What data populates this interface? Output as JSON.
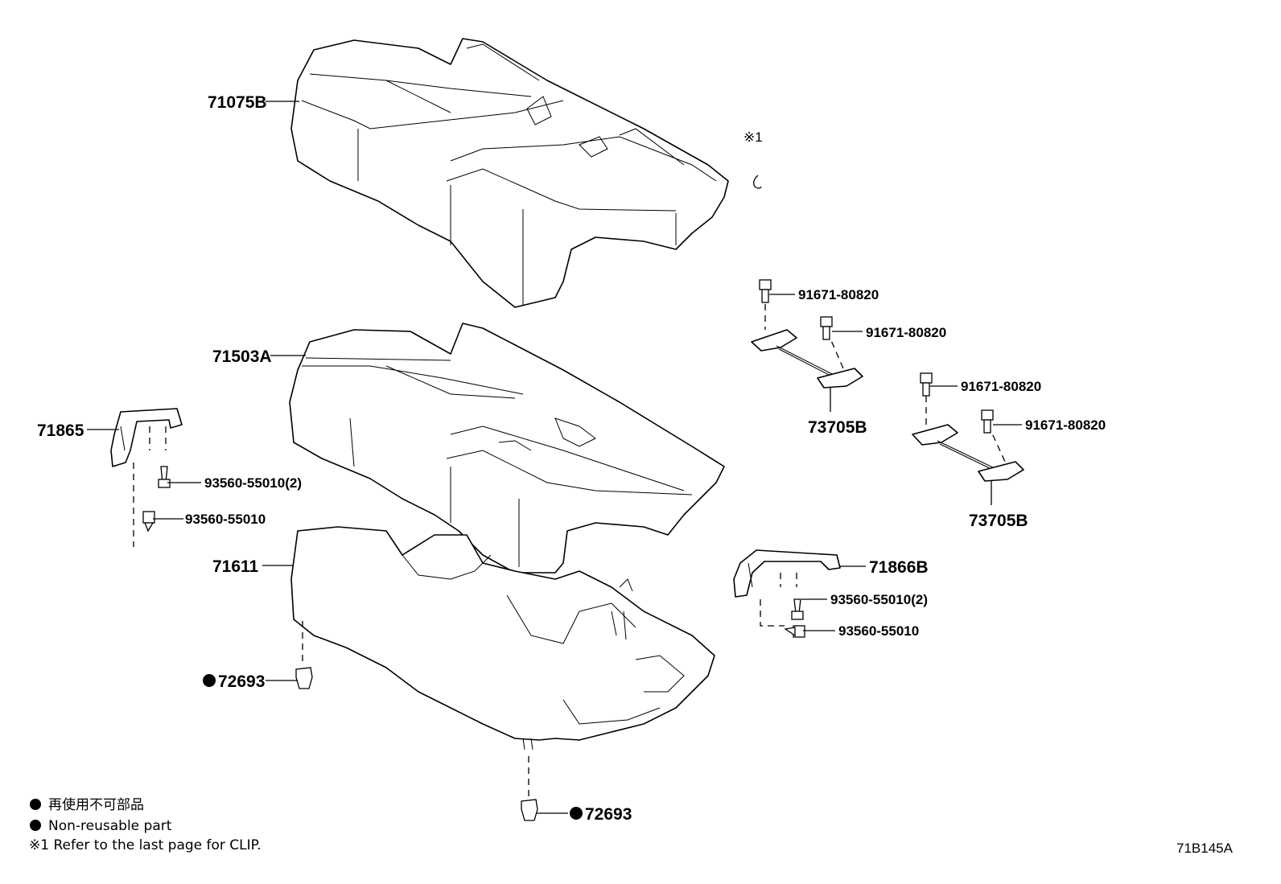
{
  "diagram": {
    "parts": {
      "p71075B": "71075B",
      "p71503A": "71503A",
      "p71865": "71865",
      "p71611": "71611",
      "p72693_left": "72693",
      "p72693_bottom": "72693",
      "p71866B": "71866B",
      "p73705B_upper": "73705B",
      "p73705B_lower": "73705B",
      "b91671_a": "91671-80820",
      "b91671_b": "91671-80820",
      "b91671_c": "91671-80820",
      "b91671_d": "91671-80820",
      "s93560_l1": "93560-55010(2)",
      "s93560_l2": "93560-55010",
      "s93560_r1": "93560-55010(2)",
      "s93560_r2": "93560-55010",
      "clip_note": "※1"
    },
    "legend": {
      "jp_text": "再使用不可部品",
      "en_text": "Non-reusable part",
      "clip_ref": "※1 Refer to the last page for CLIP."
    },
    "drawing_code": "71B145A"
  }
}
